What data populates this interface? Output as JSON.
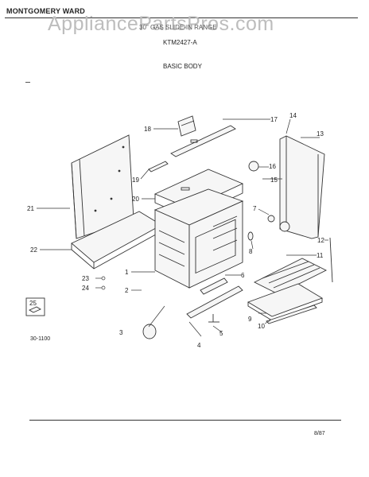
{
  "header": {
    "brand": "MONTGOMERY WARD",
    "watermark": "AppliancePartsPros.com",
    "subtitle": "30\" GAS SLIDE-IN RANGE",
    "model": "KTM2427-A",
    "section": "BASIC BODY"
  },
  "diagram": {
    "callouts": [
      "1",
      "2",
      "3",
      "4",
      "5",
      "6",
      "7",
      "8",
      "9",
      "10",
      "11",
      "12",
      "13",
      "14",
      "15",
      "16",
      "17",
      "18",
      "19",
      "20",
      "21",
      "22",
      "23",
      "24",
      "25"
    ]
  },
  "footer": {
    "ref": "30-1100",
    "date": "8/87"
  }
}
